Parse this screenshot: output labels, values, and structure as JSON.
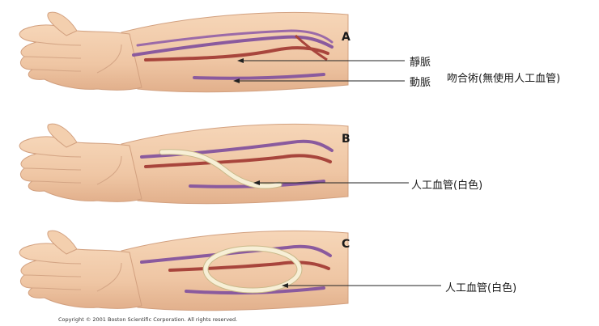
{
  "panels": [
    {
      "letter": "A",
      "labels": [
        "靜脈",
        "動脈",
        "吻合術(無使用人工血管)"
      ]
    },
    {
      "letter": "B",
      "labels": [
        "人工血管(白色)"
      ]
    },
    {
      "letter": "C",
      "labels": [
        "人工血管(白色)"
      ]
    }
  ],
  "copyright": "Copyright © 2001 Boston Scientific Corporation. All rights reserved.",
  "colors": {
    "skin": "#f0c9a8",
    "skin_shadow": "#d9a888",
    "vein": "#8a5a9e",
    "artery": "#a8453c",
    "graft": "#f4ead0",
    "leader": "#222222"
  }
}
